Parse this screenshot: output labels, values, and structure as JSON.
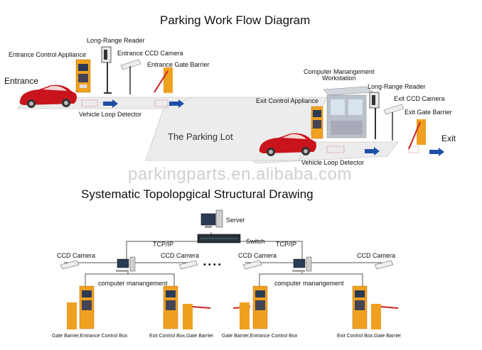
{
  "flow": {
    "title": "Parking Work Flow Diagram",
    "entrance": "Entrance",
    "exit": "Exit",
    "parking_lot": "The Parking Lot",
    "entrance_control_appliance": "Entrance  Control  Appliance",
    "long_range_reader_1": "Long-Range Reader",
    "entrance_ccd_camera": "Entrance CCD Camera",
    "entrance_gate_barrier": "Entrance Gate Barrier",
    "vehicle_loop_detector_1": "Vehicle Loop Detector",
    "computer_management_ws": "Computer Manangement\nWorkstation",
    "long_range_reader_2": "Long-Range Reader",
    "exit_control_appliance": "Exit Control  Appliance",
    "exit_ccd_camera": "Exit CCD Camera",
    "exit_gate_barrier": "Exit Gate Barrier",
    "vehicle_loop_detector_2": "Vehicle Loop Detector"
  },
  "watermark": "parkingparts.en.alibaba.com",
  "topology": {
    "title": "Systematic Topolopgical Structural Drawing",
    "server": "Server",
    "switch": "Switch",
    "tcpip_left": "TCP/IP",
    "tcpip_right": "TCP/IP",
    "ccd_camera_1": "CCD Camera",
    "ccd_camera_2": "CCD Camera",
    "ccd_camera_3": "CCD Camera",
    "ccd_camera_4": "CCD Camera",
    "computer_management_left": "computer manangement",
    "computer_management_right": "computer manangement",
    "dots": "• • • •",
    "caption_1": "Gate Barrier,Entrance Control Box",
    "caption_2": "Exit Control Box,Gate Barrier",
    "caption_3": "Gate Barrier,Entrance Control Box",
    "caption_4": "Exit Control Box,Gate Barrier"
  },
  "colors": {
    "car_red": "#c8141c",
    "barrier_orange": "#f0a020",
    "arrow_blue": "#1f4fa8",
    "road_gray": "#e6e6e6"
  }
}
